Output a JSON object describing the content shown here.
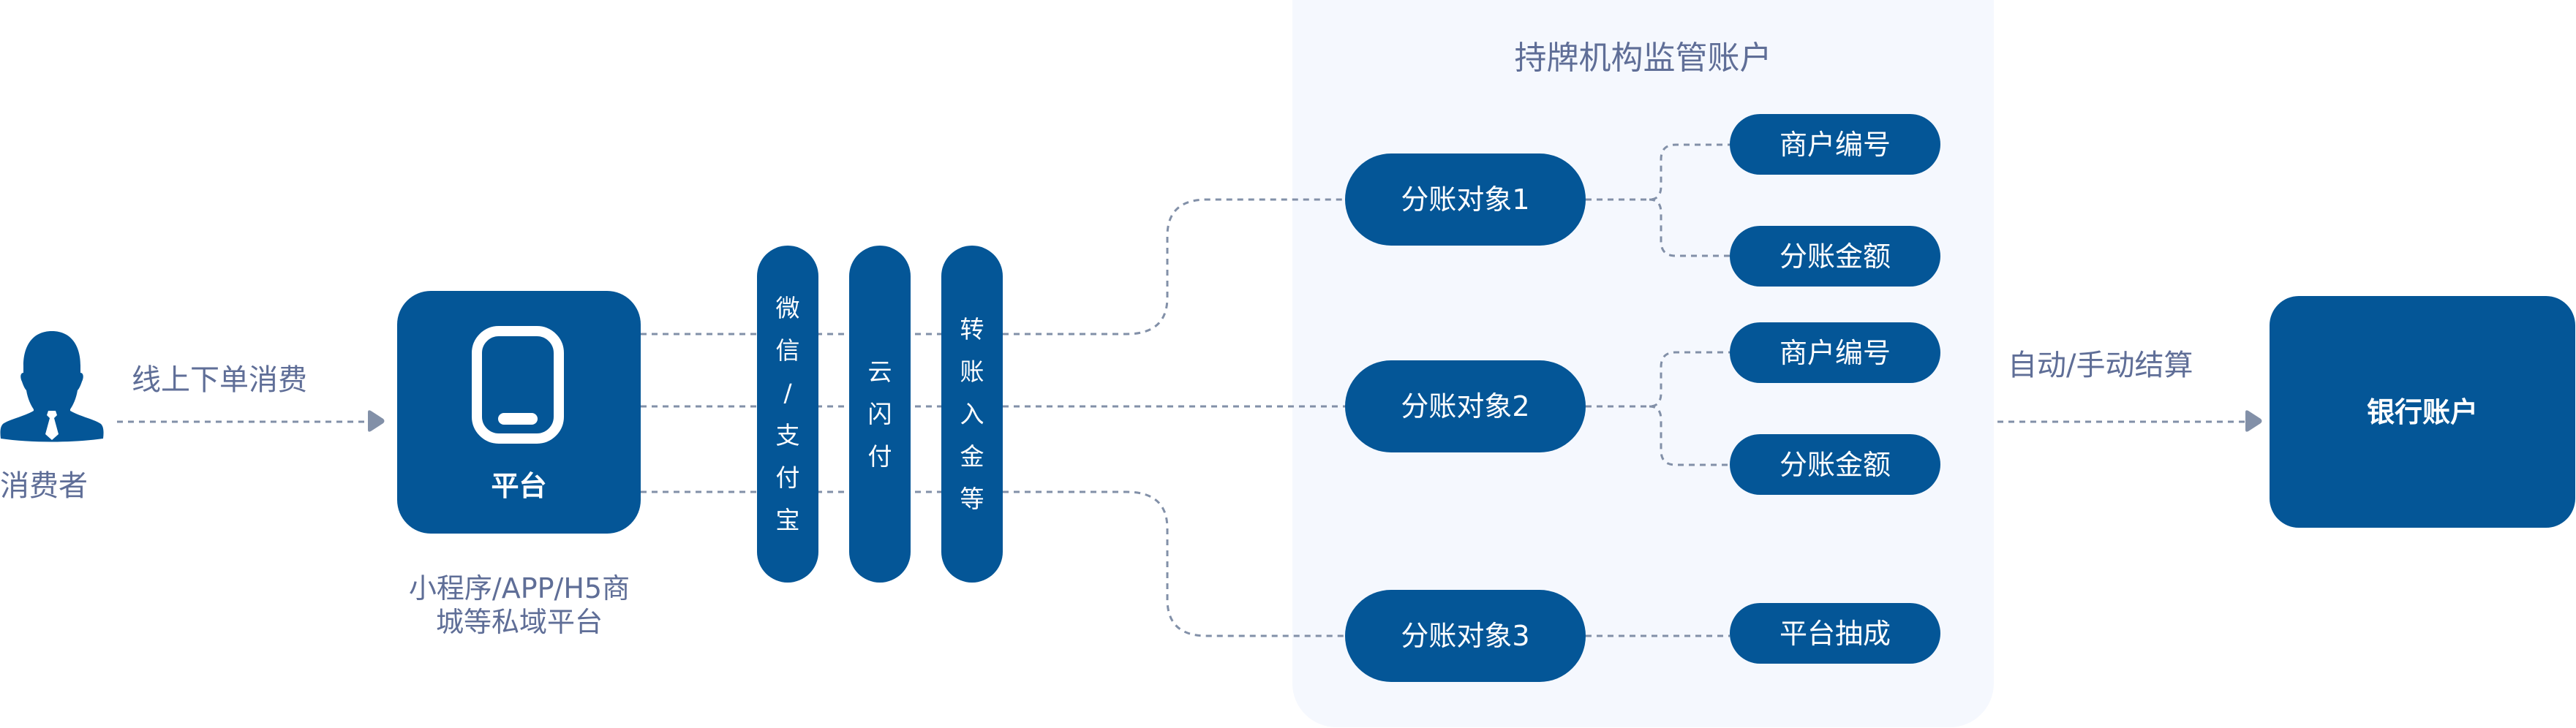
{
  "colors": {
    "primary_blue": "#045697",
    "panel_bg": "#F5F8FE",
    "muted_text": "#5F6E97",
    "connector": "#8290A8"
  },
  "consumer": {
    "label": "消费者",
    "icon": "person-with-tie-icon",
    "arrow_label": "线上下单消费"
  },
  "platform": {
    "label": "平台",
    "icon": "mobile-phone-icon",
    "caption_line1": "小程序/APP/H5商",
    "caption_line2": "城等私域平台"
  },
  "payment_channels": [
    {
      "chars": [
        "微",
        "信",
        "/",
        "支",
        "付",
        "宝"
      ],
      "label": "微信/支付宝"
    },
    {
      "chars": [
        "云",
        "闪",
        "付"
      ],
      "label": "云闪付"
    },
    {
      "chars": [
        "转",
        "账",
        "入",
        "金",
        "等"
      ],
      "label": "转账入金等"
    }
  ],
  "escrow": {
    "title": "持牌机构监管账户",
    "targets": [
      {
        "label": "分账对象1",
        "children": [
          "商户编号",
          "分账金额"
        ]
      },
      {
        "label": "分账对象2",
        "children": [
          "商户编号",
          "分账金额"
        ]
      },
      {
        "label": "分账对象3",
        "children": [
          "平台抽成"
        ]
      }
    ]
  },
  "settlement": {
    "arrow_label": "自动/手动结算",
    "bank_label": "银行账户"
  }
}
